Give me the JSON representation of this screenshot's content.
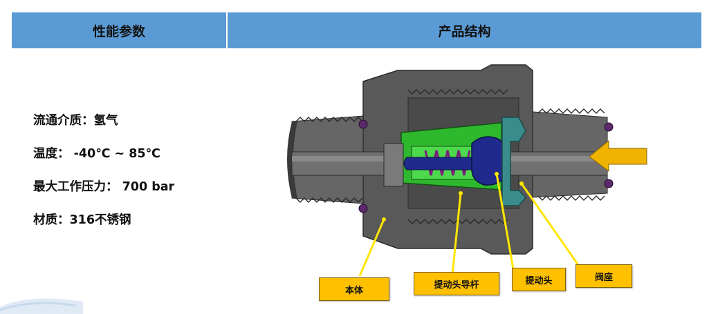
{
  "header": {
    "left_title": "性能参数",
    "right_title": "产品结构"
  },
  "specs": [
    "流通介质：氢气",
    "温度： -40℃ ~ 85℃",
    "最大工作压力： 700 bar",
    "材质：316不锈钢"
  ],
  "callouts": {
    "body": "本体",
    "poppet_guide": "提动头导杆",
    "poppet": "提动头",
    "valve_seat": "阀座"
  },
  "colors": {
    "header_bg": "#5b9bd5",
    "body_gray": "#595959",
    "guide_green": "#2eb82e",
    "poppet_blue": "#1f2a8c",
    "seat_teal": "#3a8c8c",
    "oring_purple": "#5a2a6a",
    "callout_fill": "#ffc000",
    "leader_yellow": "#ffe600"
  }
}
